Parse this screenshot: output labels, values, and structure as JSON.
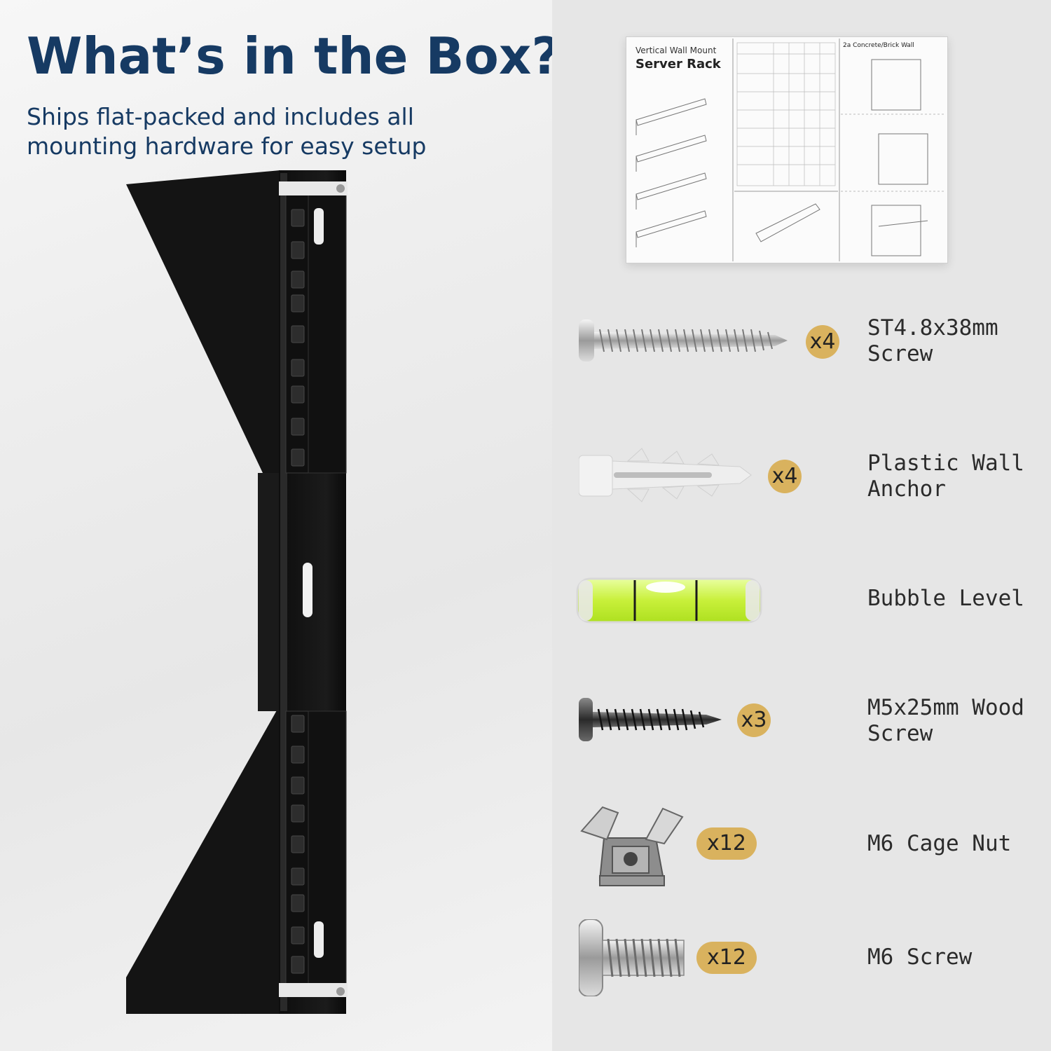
{
  "heading": {
    "title": "What’s in the Box?",
    "subtitle": "Ships flat-packed and includes all mounting hardware for easy setup"
  },
  "manual": {
    "title_small": "Vertical Wall Mount",
    "title_big": "Server Rack",
    "wall_section": "2a Concrete/Brick Wall"
  },
  "parts": [
    {
      "name": "ST4.8x38mm Screw",
      "line1": "ST4.8x38mm",
      "line2": "Screw",
      "qty": "x4",
      "icon": "self-tapping-screw-icon"
    },
    {
      "name": "Plastic Wall Anchor",
      "line1": "Plastic Wall",
      "line2": "Anchor",
      "qty": "x4",
      "icon": "wall-anchor-icon"
    },
    {
      "name": "Bubble Level",
      "line1": "Bubble Level",
      "line2": "",
      "qty": "",
      "icon": "bubble-level-icon"
    },
    {
      "name": "M5x25mm Wood Screw",
      "line1": "M5x25mm Wood",
      "line2": "Screw",
      "qty": "x3",
      "icon": "wood-screw-icon"
    },
    {
      "name": "M6 Cage Nut",
      "line1": "M6 Cage Nut",
      "line2": "",
      "qty": "x12",
      "icon": "cage-nut-icon"
    },
    {
      "name": "M6 Screw",
      "line1": "M6 Screw",
      "line2": "",
      "qty": "x12",
      "icon": "machine-screw-icon"
    }
  ],
  "colors": {
    "title": "#163a63",
    "badge": "#d9b25e",
    "rack": "#151515",
    "level_liquid": "#c8f03a"
  }
}
